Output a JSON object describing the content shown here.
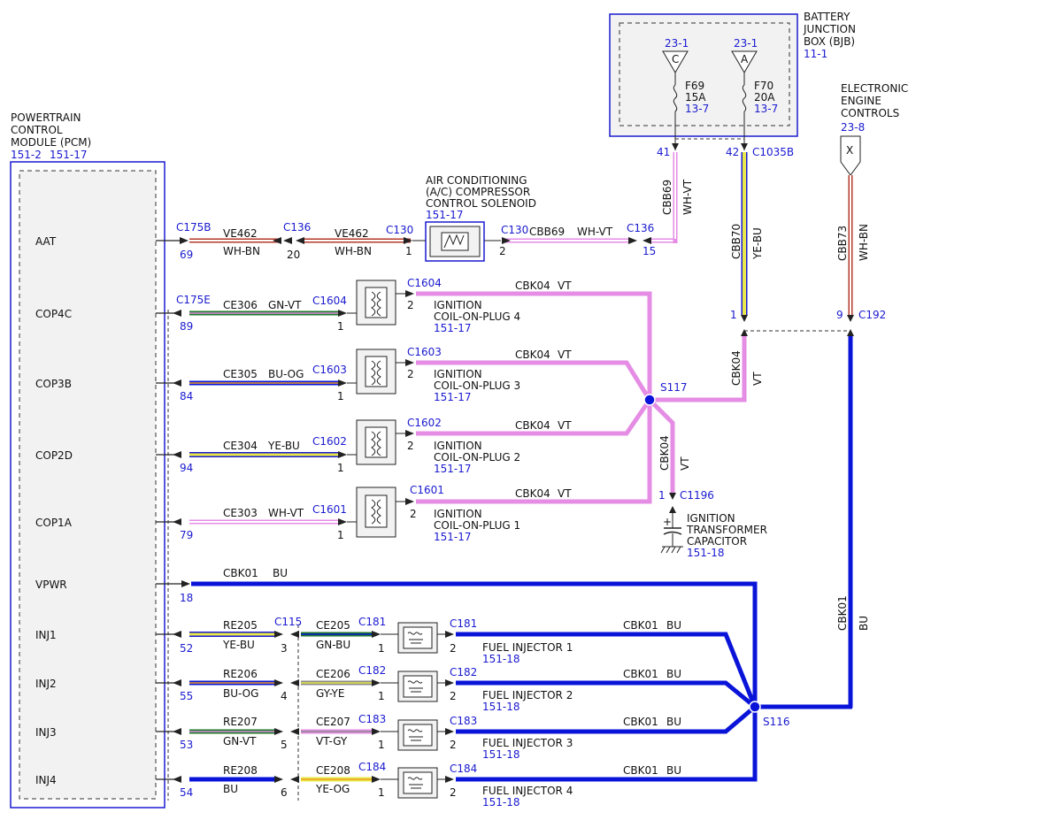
{
  "pcm": {
    "title_lines": [
      "POWERTRAIN",
      "CONTROL",
      "MODULE (PCM)"
    ],
    "refs": [
      "151-2",
      "151-17"
    ],
    "pins": [
      "AAT",
      "COP4C",
      "COP3B",
      "COP2D",
      "COP1A",
      "VPWR",
      "INJ1",
      "INJ2",
      "INJ3",
      "INJ4"
    ]
  },
  "bjb": {
    "title_lines": [
      "BATTERY",
      "JUNCTION",
      "BOX (BJB)"
    ],
    "ref": "11-1",
    "fuse_left": {
      "ref": "23-1",
      "letter": "C",
      "name": "F69",
      "amps": "15A",
      "page": "13-7"
    },
    "fuse_right": {
      "ref": "23-1",
      "letter": "A",
      "name": "F70",
      "amps": "20A",
      "page": "13-7"
    }
  },
  "eec": {
    "title_lines": [
      "ELECTRONIC",
      "ENGINE",
      "CONTROLS"
    ],
    "ref": "23-8",
    "letter": "X"
  },
  "ac": {
    "title_lines": [
      "AIR CONDITIONING",
      "(A/C) COMPRESSOR",
      "CONTROL SOLENOID"
    ],
    "ref": "151-17"
  },
  "aat_row": {
    "c175b": "C175B",
    "pin69": "69",
    "ve462a": "VE462",
    "whbn_a": "WH-BN",
    "c136a": "C136",
    "pin20": "20",
    "ve462b": "VE462",
    "whbn_b": "WH-BN",
    "c130a": "C130",
    "pin1": "1",
    "c130b": "C130",
    "pin2": "2",
    "cbb69": "CBB69",
    "whvt": "WH-VT",
    "c136b": "C136",
    "pin15": "15"
  },
  "verticals": {
    "pin41": "41",
    "pin42": "42",
    "c1035b": "C1035B",
    "cbb69": "CBB69",
    "whvt": "WH-VT",
    "cbb70": "CBB70",
    "yebu": "YE-BU",
    "cbb73": "CBB73",
    "whbn": "WH-BN",
    "pin1": "1",
    "pin9": "9",
    "c192": "C192",
    "cbk04": "CBK04",
    "vt": "VT",
    "cbk01": "CBK01",
    "bu": "BU"
  },
  "coils": [
    {
      "conn": "C175E",
      "pcm_pin": "89",
      "circuit": "CE306",
      "color": "GN-VT",
      "coil_conn": "C1604",
      "pin_in": "1",
      "pin_out": "2",
      "out_conn": "C1604",
      "out_circuit": "CBK04",
      "out_color": "VT",
      "name1": "IGNITION",
      "name2": "COIL-ON-PLUG 4",
      "ref": "151-17"
    },
    {
      "conn": "",
      "pcm_pin": "84",
      "circuit": "CE305",
      "color": "BU-OG",
      "coil_conn": "C1603",
      "pin_in": "1",
      "pin_out": "2",
      "out_conn": "C1603",
      "out_circuit": "CBK04",
      "out_color": "VT",
      "name1": "IGNITION",
      "name2": "COIL-ON-PLUG 3",
      "ref": "151-17"
    },
    {
      "conn": "",
      "pcm_pin": "94",
      "circuit": "CE304",
      "color": "YE-BU",
      "coil_conn": "C1602",
      "pin_in": "1",
      "pin_out": "2",
      "out_conn": "C1602",
      "out_circuit": "CBK04",
      "out_color": "VT",
      "name1": "IGNITION",
      "name2": "COIL-ON-PLUG 2",
      "ref": "151-17"
    },
    {
      "conn": "",
      "pcm_pin": "79",
      "circuit": "CE303",
      "color": "WH-VT",
      "coil_conn": "C1601",
      "pin_in": "1",
      "pin_out": "2",
      "out_conn": "C1601",
      "out_circuit": "CBK04",
      "out_color": "VT",
      "name1": "IGNITION",
      "name2": "COIL-ON-PLUG 1",
      "ref": "151-17"
    }
  ],
  "s117": "S117",
  "capacitor": {
    "pin": "1",
    "conn": "C1196",
    "circuit": "CBK04",
    "color": "VT",
    "title_lines": [
      "IGNITION",
      "TRANSFORMER",
      "CAPACITOR"
    ],
    "ref": "151-18"
  },
  "vpwr": {
    "pin": "18",
    "circuit": "CBK01",
    "color": "BU"
  },
  "injectors": [
    {
      "pcm_pin": "52",
      "re": "RE205",
      "re_color": "YE-BU",
      "c115": "C115",
      "mid_pin": "3",
      "ce": "CE205",
      "ce_color": "GN-BU",
      "conn": "C181",
      "pin_in": "1",
      "pin_out": "2",
      "out_conn": "C181",
      "out_circuit": "CBK01",
      "out_color": "BU",
      "name": "FUEL INJECTOR 1",
      "ref": "151-18"
    },
    {
      "pcm_pin": "55",
      "re": "RE206",
      "re_color": "BU-OG",
      "c115": "",
      "mid_pin": "4",
      "ce": "CE206",
      "ce_color": "GY-YE",
      "conn": "C182",
      "pin_in": "1",
      "pin_out": "2",
      "out_conn": "C182",
      "out_circuit": "CBK01",
      "out_color": "BU",
      "name": "FUEL INJECTOR 2",
      "ref": "151-18"
    },
    {
      "pcm_pin": "53",
      "re": "RE207",
      "re_color": "GN-VT",
      "c115": "",
      "mid_pin": "5",
      "ce": "CE207",
      "ce_color": "VT-GY",
      "conn": "C183",
      "pin_in": "1",
      "pin_out": "2",
      "out_conn": "C183",
      "out_circuit": "CBK01",
      "out_color": "BU",
      "name": "FUEL INJECTOR 3",
      "ref": "151-18"
    },
    {
      "pcm_pin": "54",
      "re": "RE208",
      "re_color": "BU",
      "c115": "",
      "mid_pin": "6",
      "ce": "CE208",
      "ce_color": "YE-OG",
      "conn": "C184",
      "pin_in": "1",
      "pin_out": "2",
      "out_conn": "C184",
      "out_circuit": "CBK01",
      "out_color": "BU",
      "name": "FUEL INJECTOR 4",
      "ref": "151-18"
    }
  ],
  "s116": "S116",
  "colors": {
    "ref_blue": "#1a1ad0",
    "wire_blue": "#0a14d8",
    "wire_violet": "#e58ce5",
    "wire_green": "#1e7a2a",
    "wire_yellow": "#e8e84a",
    "wire_white": "#f3f3f3",
    "wire_brown": "#b33a2a",
    "wire_gray": "#8a8a8a",
    "wire_orange": "#f0a020"
  }
}
